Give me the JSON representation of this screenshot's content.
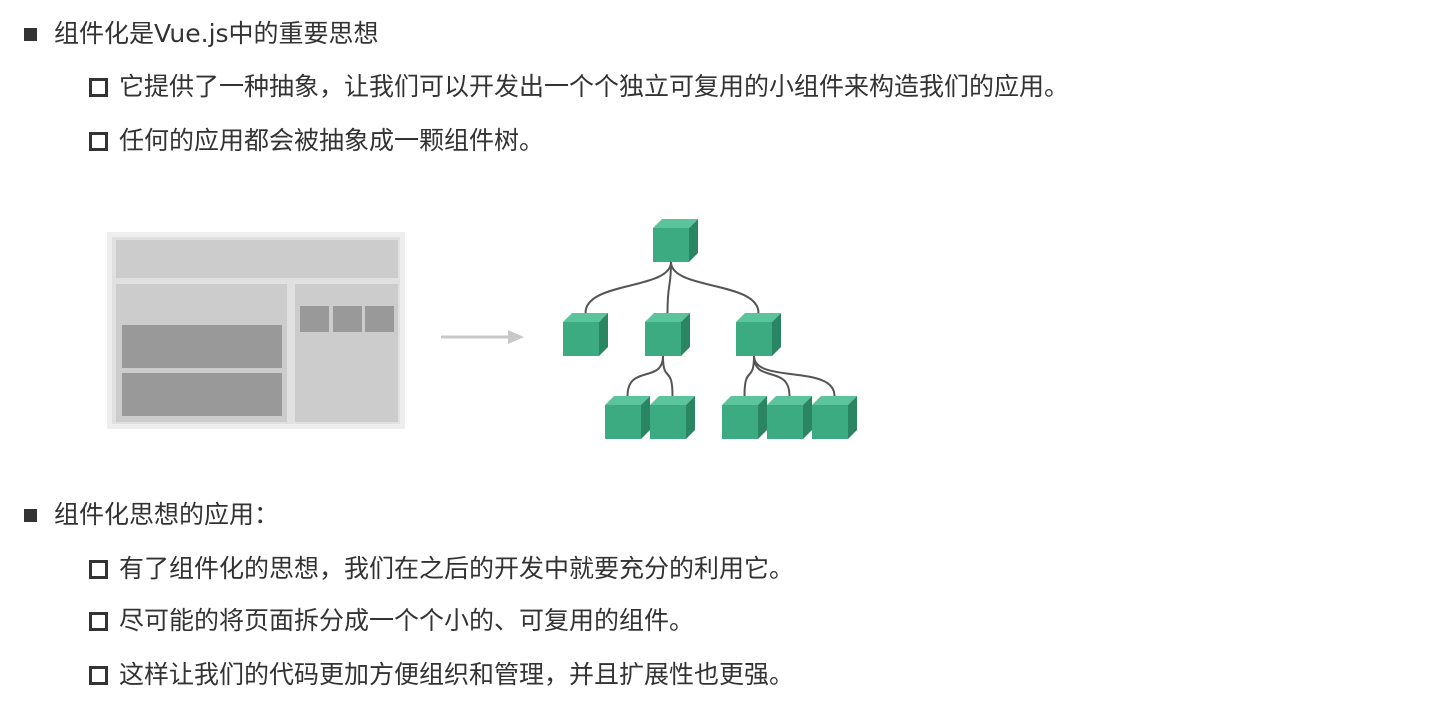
{
  "section1": {
    "heading": "组件化是Vue.js中的重要思想",
    "items": [
      "它提供了一种抽象，让我们可以开发出一个个独立可复用的小组件来构造我们的应用。",
      "任何的应用都会被抽象成一颗组件树。"
    ]
  },
  "section2": {
    "heading": "组件化思想的应用：",
    "items": [
      "有了组件化的思想，我们在之后的开发中就要充分的利用它。",
      "尽可能的将页面拆分成一个个小的、可复用的组件。",
      "这样让我们的代码更加方便组织和管理，并且扩展性也更强。"
    ]
  },
  "colors": {
    "text": "#333333",
    "cube_front": "#3dab82",
    "cube_top": "#5cc49c",
    "cube_side": "#2a8563",
    "wireframe_bg": "#e0e0e0",
    "wireframe_panel": "#cccccc",
    "wireframe_dark": "#999999",
    "arrow": "#c8c8c8",
    "tree_line": "#555555"
  }
}
